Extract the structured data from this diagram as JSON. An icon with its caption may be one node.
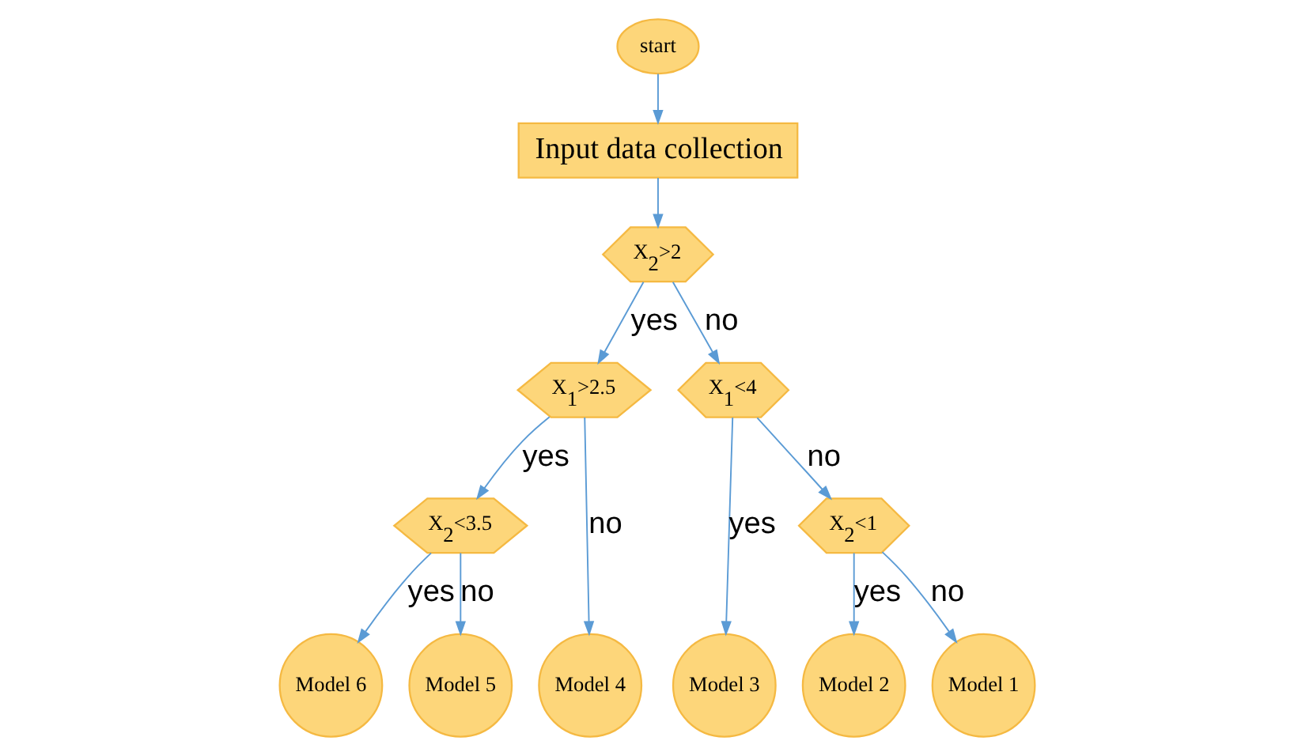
{
  "diagram": {
    "nodes": [
      {
        "text": [
          "start"
        ]
      },
      {
        "text": [
          "Input data collection"
        ]
      },
      {
        "text": [
          "X$_{2}$>2"
        ]
      },
      {
        "text": [
          "X$_{1}$>2.5"
        ]
      },
      {
        "text": [
          "X$_{1}$<4"
        ]
      },
      {
        "text": [
          "X$_{2}$<3.5"
        ]
      },
      {
        "text": [
          "X$_{2}$<1"
        ]
      },
      {
        "text": [
          "Model 6"
        ]
      },
      {
        "text": [
          "Model 5"
        ]
      },
      {
        "text": [
          "Model 4"
        ]
      },
      {
        "text": [
          "Model 3"
        ]
      },
      {
        "text": [
          "Model 2"
        ]
      },
      {
        "text": [
          "Model 1"
        ]
      }
    ],
    "edges": [
      {
        "from": 0,
        "to": 1,
        "arrow": "to"
      },
      {
        "from": 1,
        "to": 2,
        "arrow": "to"
      },
      {
        "from": 2,
        "to": 3,
        "arrow": "to",
        "label": "yes"
      },
      {
        "from": 2,
        "to": 4,
        "arrow": "to",
        "label": "no"
      },
      {
        "from": 3,
        "to": 5,
        "arrow": "to",
        "label": "yes"
      },
      {
        "from": 3,
        "to": 9,
        "arrow": "to",
        "label": "no"
      },
      {
        "from": 4,
        "to": 10,
        "arrow": "to",
        "label": "yes"
      },
      {
        "from": 4,
        "to": 6,
        "arrow": "to",
        "label": "no"
      },
      {
        "from": 5,
        "to": 7,
        "arrow": "to",
        "label": "yes"
      },
      {
        "from": 5,
        "to": 8,
        "arrow": "to",
        "label": "no"
      },
      {
        "from": 6,
        "to": 11,
        "arrow": "to",
        "label": "yes"
      },
      {
        "from": 6,
        "to": 12,
        "arrow": "to",
        "label": "no"
      }
    ]
  }
}
